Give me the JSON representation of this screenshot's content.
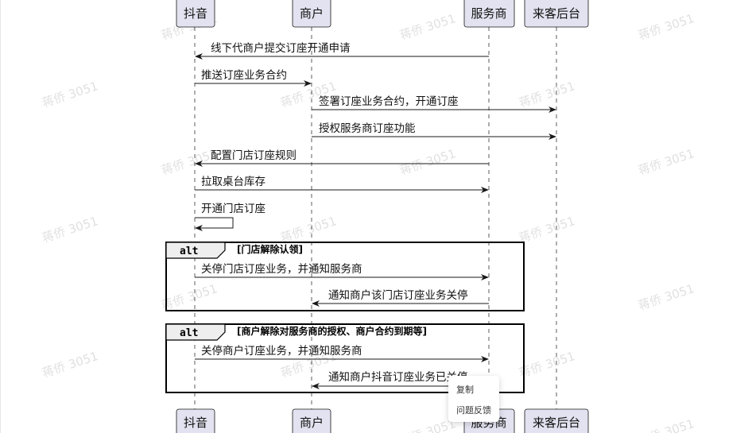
{
  "participants": [
    "抖音",
    "商户",
    "服务商",
    "来客后台"
  ],
  "messages": [
    "线下代商户提交订座开通申请",
    "推送订座业务合约",
    "签署订座业务合约，开通订座",
    "授权服务商订座功能",
    "配置门店订座规则",
    "拉取桌台库存",
    "开通门店订座",
    "关停门店订座业务，并通知服务商",
    "通知商户该门店订座业务关停",
    "关停商户订座业务，并通知服务商",
    "通知商户抖音订座业务已关停"
  ],
  "alt_blocks": [
    {
      "keyword": "alt",
      "guard": "[门店解除认领]"
    },
    {
      "keyword": "alt",
      "guard": "[商户解除对服务商的授权、商户合约到期等]"
    }
  ],
  "watermark": "蒋侨 3051",
  "context_menu": {
    "items": [
      "复制",
      "问题反馈"
    ]
  },
  "colors": {
    "participant_fill": "#e2e2f0",
    "line": "#181818",
    "alt_tab": "#eeeeee"
  }
}
